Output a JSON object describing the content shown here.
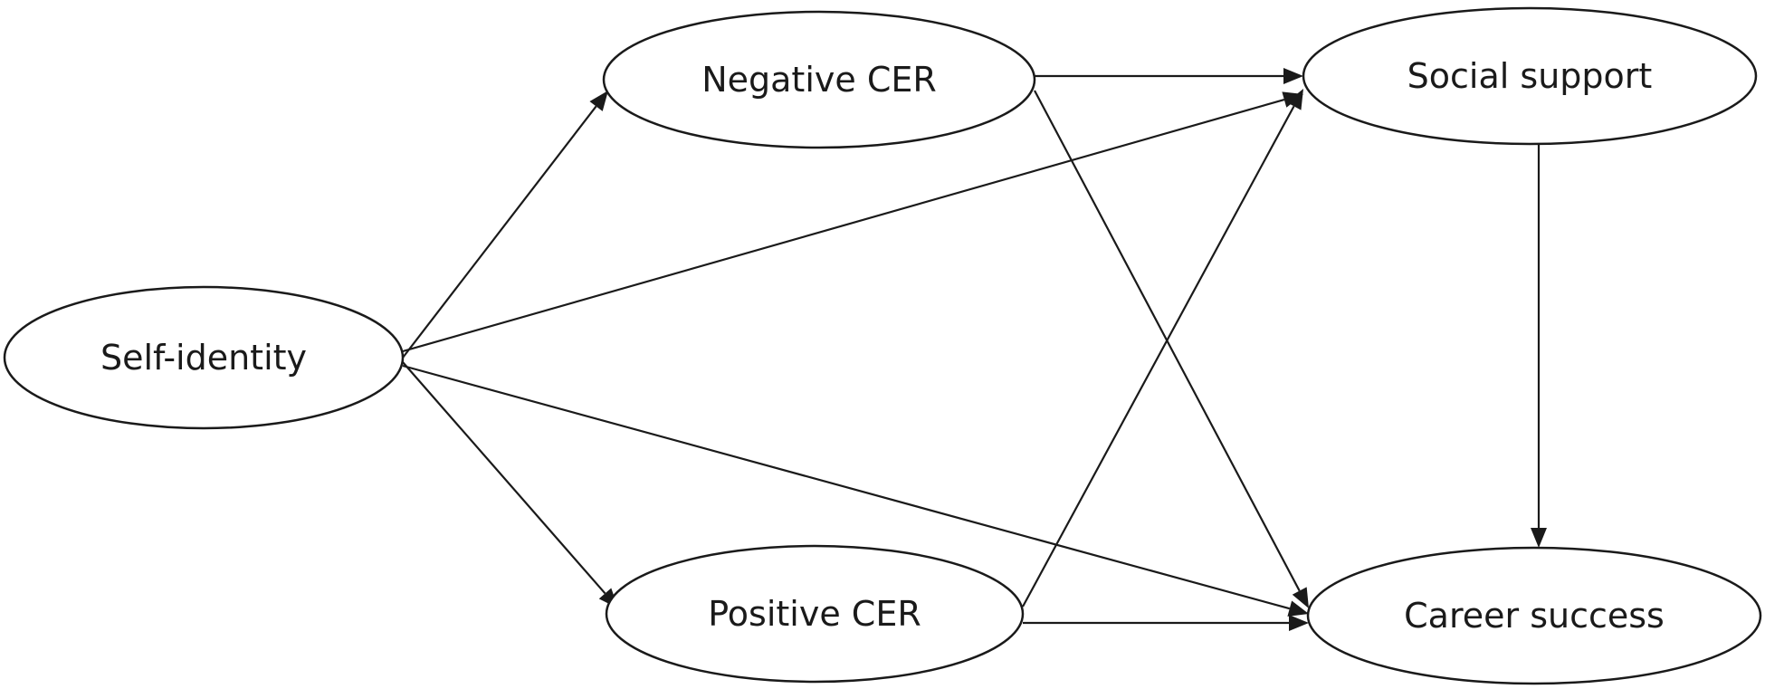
{
  "nodes": [
    {
      "id": "self_identity",
      "label": "Self-identity"
    },
    {
      "id": "negative_cer",
      "label": "Negative CER"
    },
    {
      "id": "positive_cer",
      "label": "Positive CER"
    },
    {
      "id": "social_support",
      "label": "Social support"
    },
    {
      "id": "career_success",
      "label": "Career success"
    }
  ],
  "edges": [
    {
      "from": "self_identity",
      "to": "negative_cer"
    },
    {
      "from": "self_identity",
      "to": "positive_cer"
    },
    {
      "from": "self_identity",
      "to": "social_support"
    },
    {
      "from": "self_identity",
      "to": "career_success"
    },
    {
      "from": "negative_cer",
      "to": "social_support"
    },
    {
      "from": "negative_cer",
      "to": "career_success"
    },
    {
      "from": "positive_cer",
      "to": "social_support"
    },
    {
      "from": "positive_cer",
      "to": "career_success"
    },
    {
      "from": "social_support",
      "to": "career_success"
    }
  ],
  "colors": {
    "stroke": "#1a1a1a",
    "background": "#ffffff"
  }
}
